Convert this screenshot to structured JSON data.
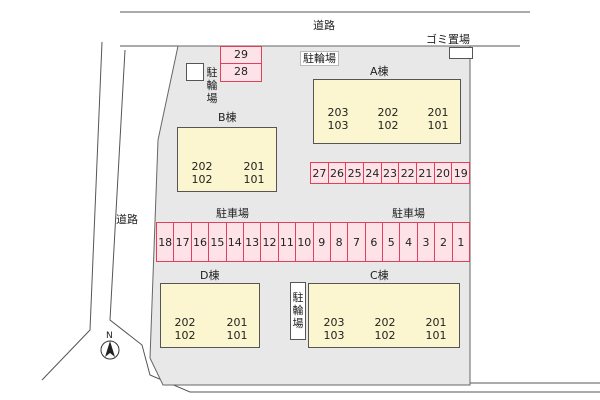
{
  "roads": {
    "top": "道路",
    "left": "道路"
  },
  "garbage": "ゴミ置場",
  "bike_top": "駐輪場",
  "bike_left": [
    "駐",
    "輪",
    "場"
  ],
  "bike_mid": [
    "駐",
    "輪",
    "場"
  ],
  "parking_label_left": "駐車場",
  "parking_label_right": "駐車場",
  "north": "N",
  "buildings": {
    "A": {
      "name": "A棟",
      "units": [
        [
          "203",
          "103"
        ],
        [
          "202",
          "102"
        ],
        [
          "201",
          "101"
        ]
      ]
    },
    "B": {
      "name": "B棟",
      "units": [
        [
          "202",
          "102"
        ],
        [
          "201",
          "101"
        ]
      ]
    },
    "C": {
      "name": "C棟",
      "units": [
        [
          "203",
          "103"
        ],
        [
          "202",
          "102"
        ],
        [
          "201",
          "101"
        ]
      ]
    },
    "D": {
      "name": "D棟",
      "units": [
        [
          "202",
          "102"
        ],
        [
          "201",
          "101"
        ]
      ]
    }
  },
  "parking_top_stack": [
    "29",
    "28"
  ],
  "parking_upper_row": [
    "27",
    "26",
    "25",
    "24",
    "23",
    "22",
    "21",
    "20",
    "19"
  ],
  "parking_lower_row": [
    "18",
    "17",
    "16",
    "15",
    "14",
    "13",
    "12",
    "11",
    "10",
    "9",
    "8",
    "7",
    "6",
    "5",
    "4",
    "3",
    "2",
    "1"
  ],
  "colors": {
    "parking": "#fde3e8",
    "parking_border": "#e0405a",
    "building": "#fbf6cf",
    "lot": "#e8e8e8"
  }
}
